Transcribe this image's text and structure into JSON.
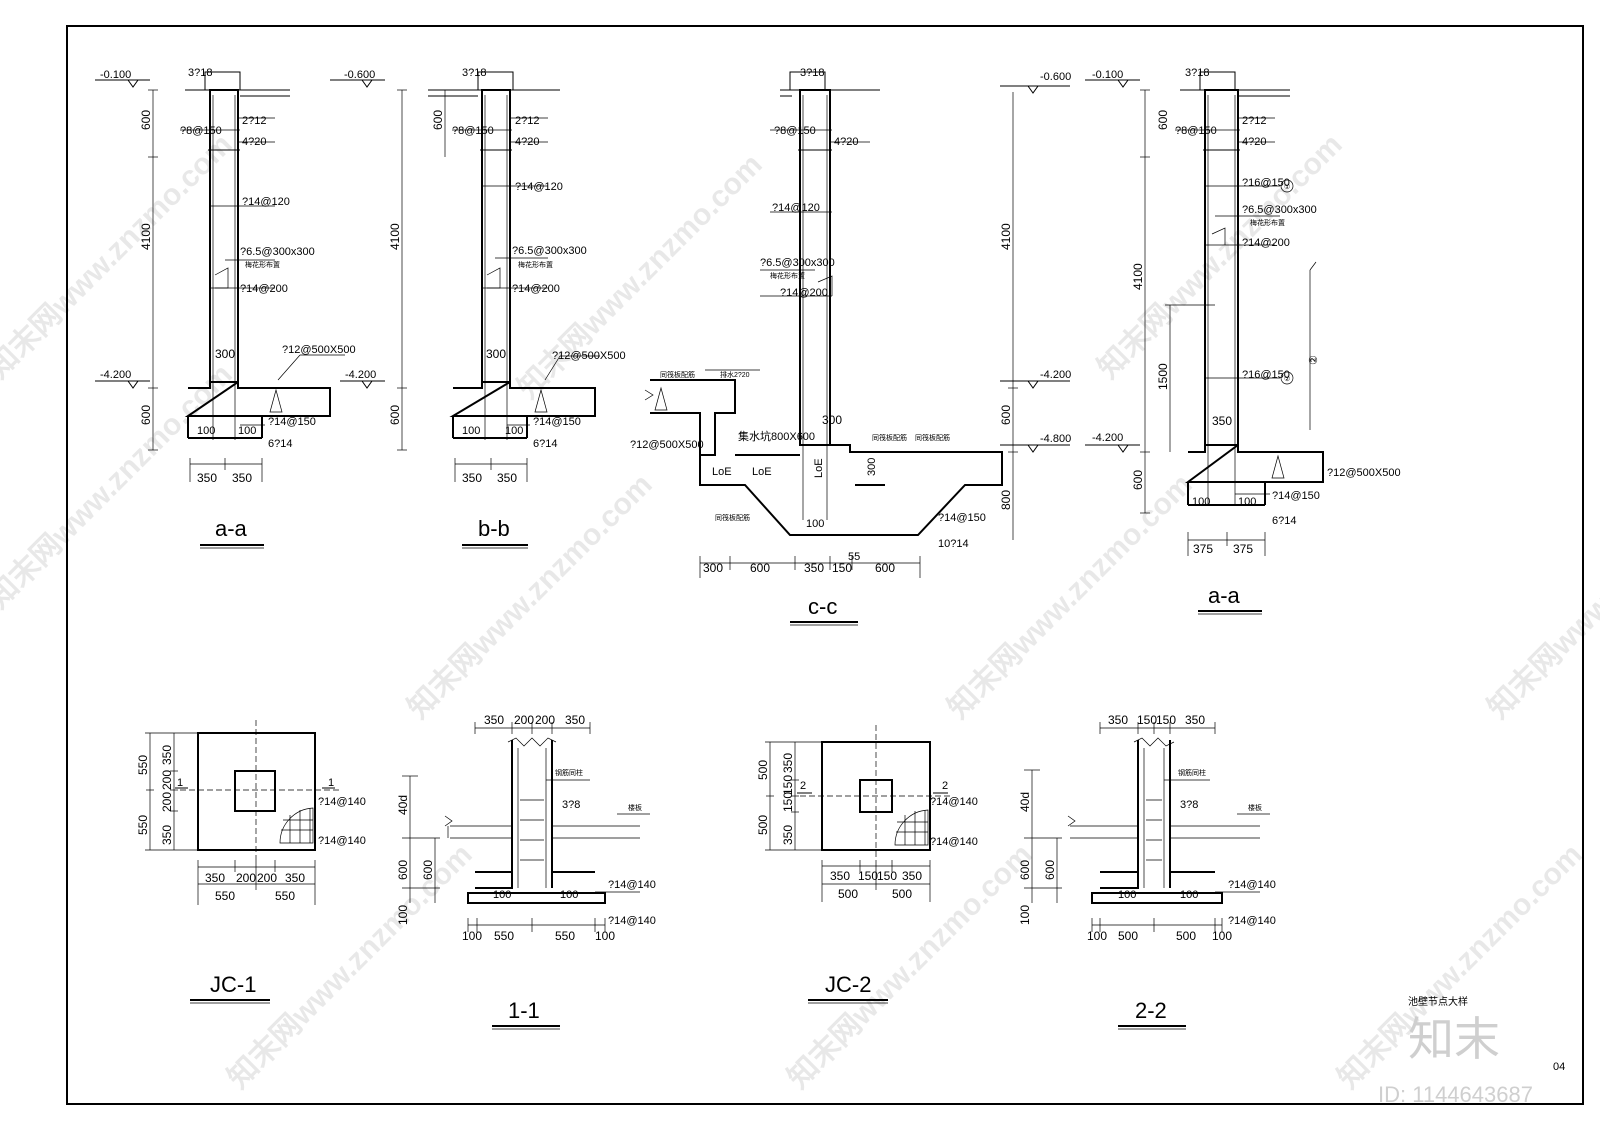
{
  "sections": {
    "aa1": {
      "title": "a-a",
      "elev_top": "-0.100",
      "elev_bot": "-4.200",
      "d_600a": "600",
      "d_4100": "4100",
      "d_600b": "600",
      "bars_top": "3?18",
      "r1": "2?12",
      "r2": "?8@150",
      "r3": "4?20",
      "r4": "?14@120",
      "r5": "?6.5@300x300",
      "r5b": "梅花形布置",
      "r6": "?14@200",
      "wall_t": "300",
      "r7": "?12@500X500",
      "r8": "?14@150",
      "r9": "6?14",
      "c100a": "100",
      "c100b": "100",
      "w1": "350",
      "w2": "350"
    },
    "bb": {
      "title": "b-b",
      "elev_top": "-0.600",
      "elev_bot": "-4.200",
      "d_600a": "600",
      "d_4100": "4100",
      "d_600b": "600",
      "bars_top": "3?18",
      "r1": "2?12",
      "r2": "?8@150",
      "r3": "4?20",
      "r4": "?14@120",
      "r5": "?6.5@300x300",
      "r5b": "梅花形布置",
      "r6": "?14@200",
      "wall_t": "300",
      "r7": "?12@500X500",
      "r8": "?14@150",
      "r9": "6?14",
      "c100a": "100",
      "c100b": "100",
      "w1": "350",
      "w2": "350"
    },
    "cc": {
      "title": "c-c",
      "elev_top": "-0.600",
      "elev_mid": "-4.200",
      "elev_bot": "-4.800",
      "d_4100": "4100",
      "d_600": "600",
      "d_800": "800",
      "bars_top": "3?18",
      "r2": "?8@150",
      "r3": "4?20",
      "r4": "?14@120",
      "r5": "?6.5@300x300",
      "r5b": "梅花形布置",
      "r6": "?14@200",
      "wall_t": "300",
      "pipe": "排水2?20",
      "gutter": "集水坑800X600",
      "r7": "?12@500X500",
      "r8": "?14@150",
      "r9": "10?14",
      "note1": "同筏板配筋",
      "note2": "同筏板配筋",
      "note3": "同筏板配筋",
      "note4": "同筏板配筋",
      "loe1": "LoE",
      "loe2": "LoE",
      "loe3": "LoE",
      "h300": "300",
      "c100": "100",
      "c55": "55",
      "w1": "300",
      "w2": "600",
      "w3": "350",
      "w4": "150",
      "w5": "600"
    },
    "aa2": {
      "title": "a-a",
      "elev_top": "-0.100",
      "elev_bot": "-4.200",
      "d_600a": "600",
      "d_4100": "4100",
      "d_1500": "1500",
      "d_600b": "600",
      "bars_top": "3?18",
      "r1": "2?12",
      "r2": "?8@150",
      "r3": "4?20",
      "r4": "?16@150",
      "r4n": "①",
      "r5": "?6.5@300x300",
      "r5b": "梅花形布置",
      "r6": "?14@200",
      "r10": "?16@150",
      "r10n": "②",
      "side": "②",
      "wall_t": "350",
      "r7": "?12@500X500",
      "r8": "?14@150",
      "r9": "6?14",
      "c100a": "100",
      "c100b": "100",
      "w1": "375",
      "w2": "375"
    },
    "jc1": {
      "title": "JC-1",
      "d_550a": "550",
      "d_550b": "550",
      "d_350a": "350",
      "d_200a": "200",
      "d_200b": "200",
      "d_350b": "350",
      "b_350a": "350",
      "b_200a": "200",
      "b_200b": "200",
      "b_350b": "350",
      "b_550a": "550",
      "b_550b": "550",
      "cut_l": "1",
      "cut_r": "1",
      "r1": "?14@140",
      "r2": "?14@140"
    },
    "s11": {
      "title": "1-1",
      "t350a": "350",
      "t200a": "200",
      "t200b": "200",
      "t350b": "350",
      "d_40d": "40d",
      "d_600a": "600",
      "d_600b": "600",
      "d_100": "100",
      "n1": "钢筋同柱",
      "n2": "3?8",
      "n3": "楼板",
      "r1": "?14@140",
      "r2": "?14@140",
      "c100a": "100",
      "c100b": "100",
      "b100a": "100",
      "b550a": "550",
      "b550b": "550",
      "b100b": "100"
    },
    "jc2": {
      "title": "JC-2",
      "d_500a": "500",
      "d_500b": "500",
      "d_350a": "350",
      "d_150a": "150",
      "d_150b": "150",
      "d_350b": "350",
      "b_350a": "350",
      "b_150a": "150",
      "b_150b": "150",
      "b_350b": "350",
      "b_500a": "500",
      "b_500b": "500",
      "cut_l": "2",
      "cut_r": "2",
      "r1": "?14@140",
      "r2": "?14@140"
    },
    "s22": {
      "title": "2-2",
      "t350a": "350",
      "t150a": "150",
      "t150b": "150",
      "t350b": "350",
      "d_40d": "40d",
      "d_600a": "600",
      "d_600b": "600",
      "d_100": "100",
      "n1": "钢筋同柱",
      "n2": "3?8",
      "n3": "楼板",
      "r1": "?14@140",
      "r2": "?14@140",
      "c100a": "100",
      "c100b": "100",
      "b100a": "100",
      "b500a": "500",
      "b500b": "500",
      "b100b": "100"
    }
  },
  "sheet": {
    "caption": "池壁节点大样",
    "page_no": "04",
    "logo": "知末",
    "id_text": "ID: 1144643687",
    "watermark": "知末网www.znzmo.com"
  }
}
